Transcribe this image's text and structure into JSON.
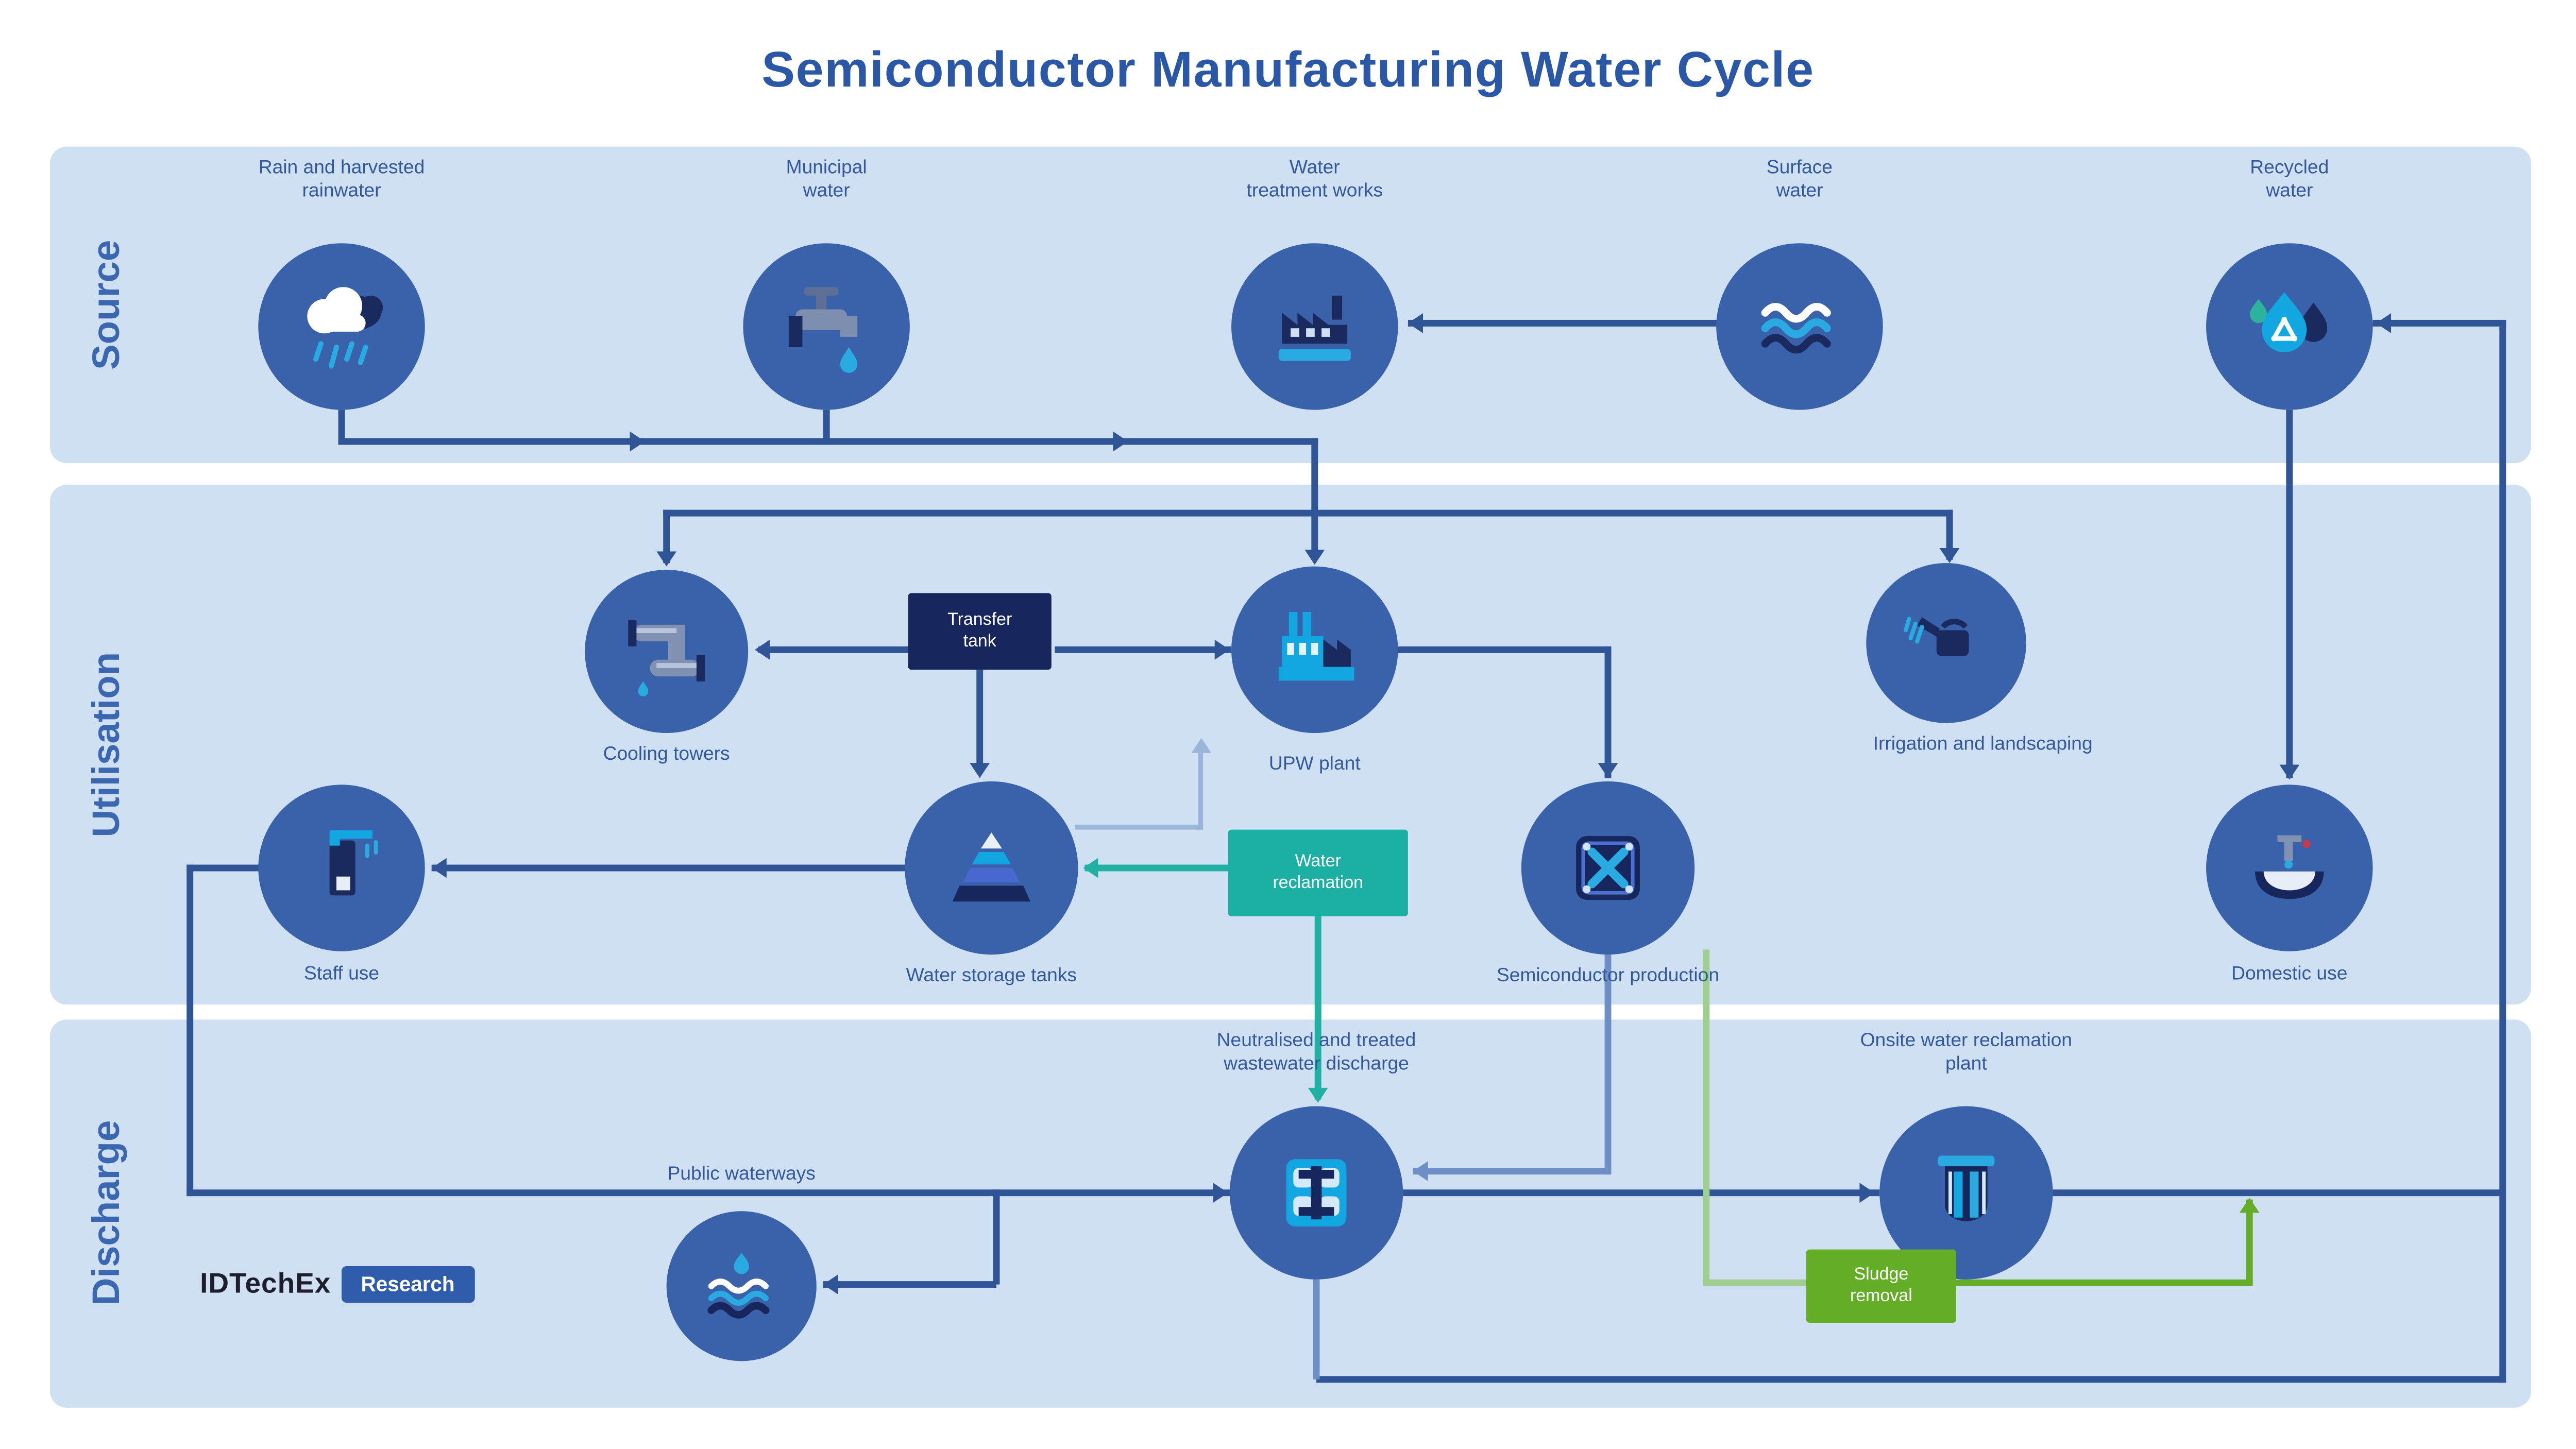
{
  "title": "Semiconductor Manufacturing Water Cycle",
  "bands": {
    "source": "Source",
    "utilisation": "Utilisation",
    "discharge": "Discharge"
  },
  "source_row": {
    "rain": {
      "line1": "Rain and harvested",
      "line2": "rainwater"
    },
    "municipal": {
      "line1": "Municipal",
      "line2": "water"
    },
    "treatment_works": {
      "line1": "Water",
      "line2": "treatment works"
    },
    "surface": {
      "line1": "Surface",
      "line2": "water"
    },
    "recycled": {
      "line1": "Recycled",
      "line2": "water"
    }
  },
  "utilisation_row": {
    "cooling": "Cooling towers",
    "transfer_tank": {
      "line1": "Transfer",
      "line2": "tank"
    },
    "upw": "UPW plant",
    "irrigation": "Irrigation and landscaping",
    "staff": "Staff use",
    "storage": "Water storage tanks",
    "reclaim_box": {
      "line1": "Water",
      "line2": "reclamation"
    },
    "chip": "Semiconductor production",
    "domestic": "Domestic use"
  },
  "discharge_row": {
    "treatment": {
      "line1": "Neutralised and treated",
      "line2": "wastewater discharge"
    },
    "reclamation": {
      "line1": "Onsite water reclamation",
      "line2": "plant"
    },
    "waterways": "Public waterways",
    "sludge_box": {
      "line1": "Sludge",
      "line2": "removal"
    },
    "logo_text": "IDTechEx",
    "logo_badge": "Research"
  },
  "icons": {
    "rain": "rain-cloud-icon",
    "municipal": "tap-icon",
    "treatment_works": "treatment-plant-icon",
    "surface": "waves-icon",
    "recycled": "recycle-droplet-icon",
    "cooling": "pipes-icon",
    "upw": "upw-factory-icon",
    "irrigation": "watering-can-icon",
    "staff": "shower-icon",
    "storage": "storage-pyramid-icon",
    "chip": "wafer-cross-icon",
    "domestic": "sink-icon",
    "treatment_plant": "mixer-tank-icon",
    "reclamation": "filter-icon",
    "waterways": "river-waves-icon"
  },
  "colors": {
    "band_bg": "#cfe0f3",
    "node_blue": "#3a62ab",
    "line_navy": "#2f5597",
    "line_gray": "#6e8fc5",
    "line_light": "#9ab4da",
    "teal": "#1cb0a4",
    "green": "#64ad27",
    "pale_green": "#9ecf90",
    "navy_box": "#17265c",
    "cyan": "#12a7e0",
    "title_blue": "#2b57a7",
    "logo_badge_blue": "#2f5cab"
  }
}
